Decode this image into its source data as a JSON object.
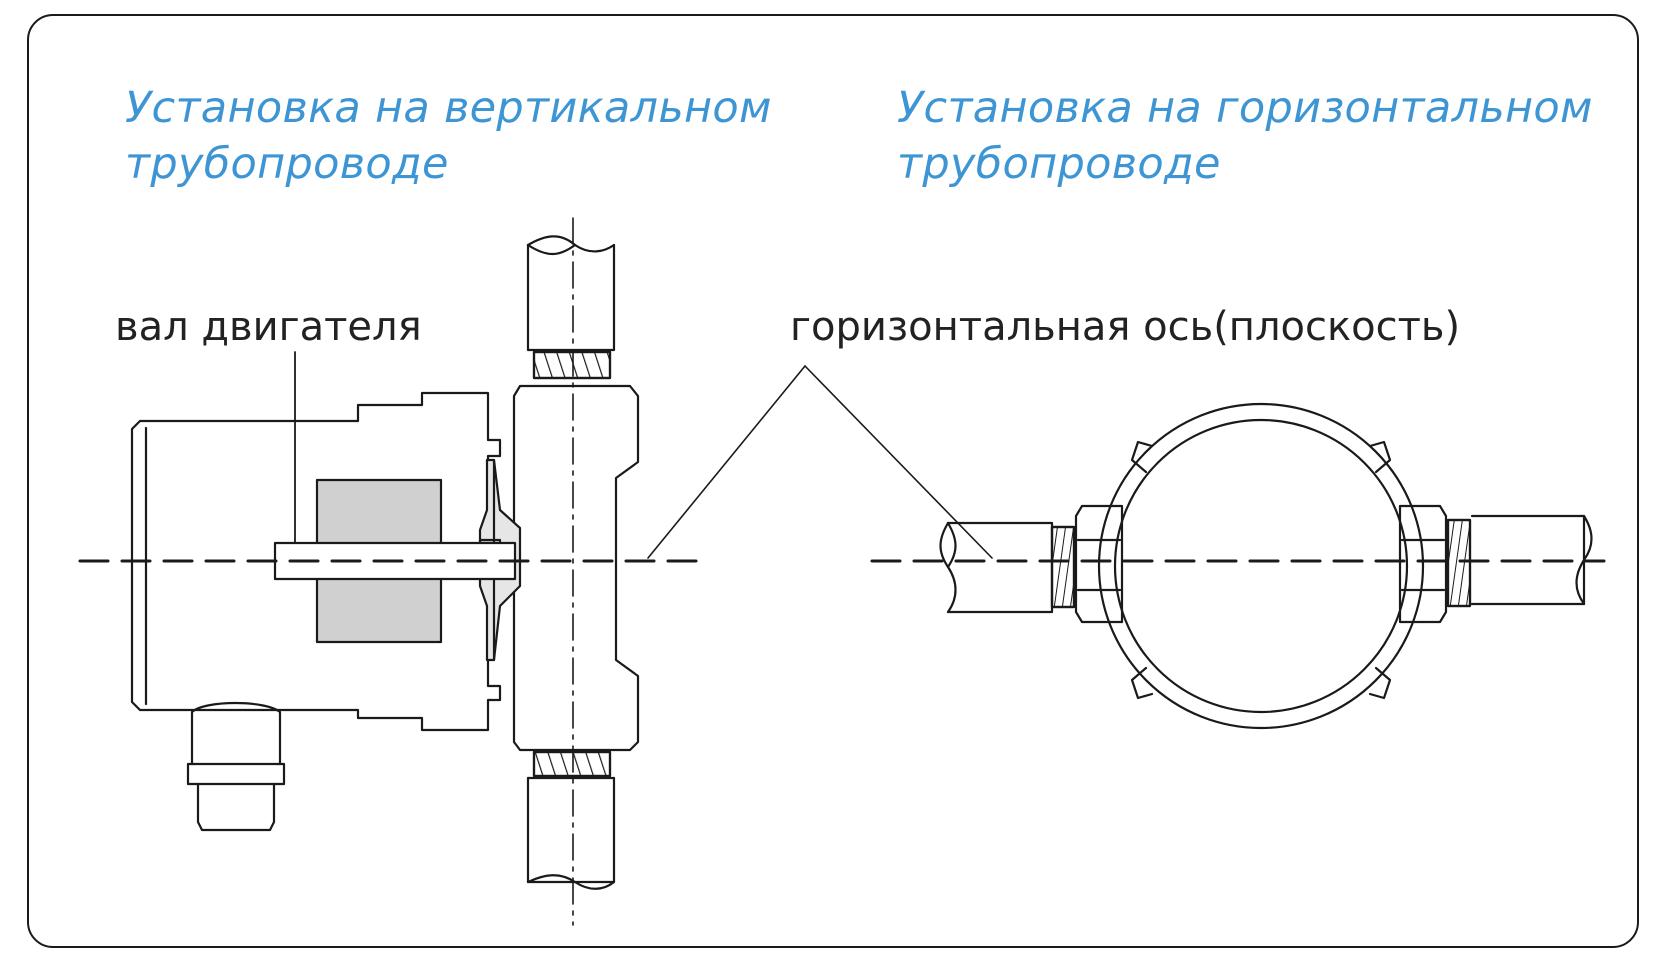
{
  "colors": {
    "title": "#3d95d4",
    "line": "#1a1a1a",
    "motor_core": "#d0d0d0"
  },
  "vertical": {
    "title_line1": "Установка на вертикальном",
    "title_line2": "трубопроводе",
    "shaft_label": "вал двигателя"
  },
  "horizontal": {
    "title_line1": "Установка на горизонтальном",
    "title_line2": "трубопроводе",
    "axis_label": "горизонтальная ось(плоскость)"
  }
}
